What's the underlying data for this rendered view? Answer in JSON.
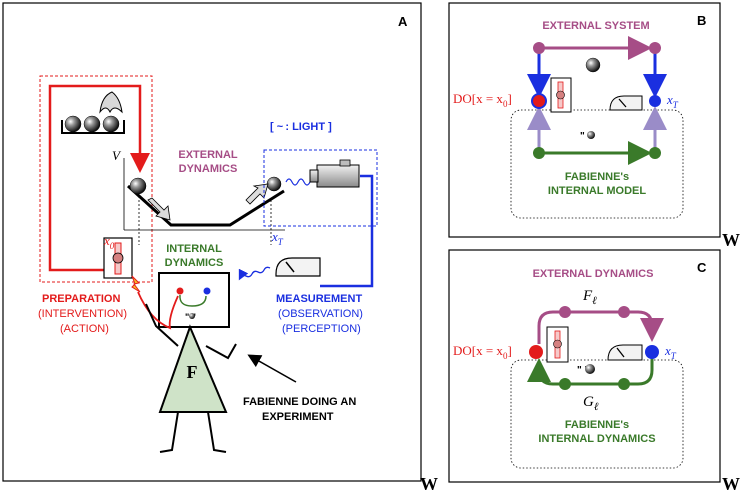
{
  "colors": {
    "red": "#e31b1b",
    "blue": "#1a2fe0",
    "purple": "#a64d86",
    "green": "#3a7a2a",
    "violet_arrow": "#9a8cc8",
    "triangle_fill": "#cfe3c8"
  },
  "panelA": {
    "letter": "A",
    "external_dynamics": [
      "EXTERNAL",
      "DYNAMICS"
    ],
    "internal_dynamics": [
      "INTERNAL",
      "DYNAMICS"
    ],
    "light_legend": "[ ~ : LIGHT ]",
    "axis_v": "V",
    "x0": "x",
    "x0_sub": "0",
    "xT": "x",
    "xT_sub": "T",
    "preparation": "PREPARATION",
    "intervention": "(INTERVENTION)",
    "action": "(ACTION)",
    "measurement": "MEASUREMENT",
    "observation": "(OBSERVATION)",
    "perception": "(PERCEPTION)",
    "quote_ball": "\" \"",
    "head_letter": "F",
    "caption": [
      "FABIENNE DOING AN",
      "EXPERIMENT"
    ],
    "corner_w": "W"
  },
  "panelB": {
    "letter": "B",
    "title": "EXTERNAL SYSTEM",
    "do_label": "DO[x = x",
    "do_sub": "0",
    "do_close": "]",
    "xT": "x",
    "xT_sub": "T",
    "quote_ball": "\" \"",
    "internal_model": [
      "FABIENNE's",
      "INTERNAL MODEL"
    ],
    "corner_w": "W"
  },
  "panelC": {
    "letter": "C",
    "title": "EXTERNAL DYNAMICS",
    "f_label": "F",
    "f_sub": "ℓ",
    "g_label": "G",
    "g_sub": "ℓ",
    "do_label": "DO[x = x",
    "do_sub": "0",
    "do_close": "]",
    "xT": "x",
    "xT_sub": "T",
    "quote_ball": "\" \"",
    "internal_dynamics": [
      "FABIENNE's",
      "INTERNAL DYNAMICS"
    ],
    "corner_w": "W"
  }
}
